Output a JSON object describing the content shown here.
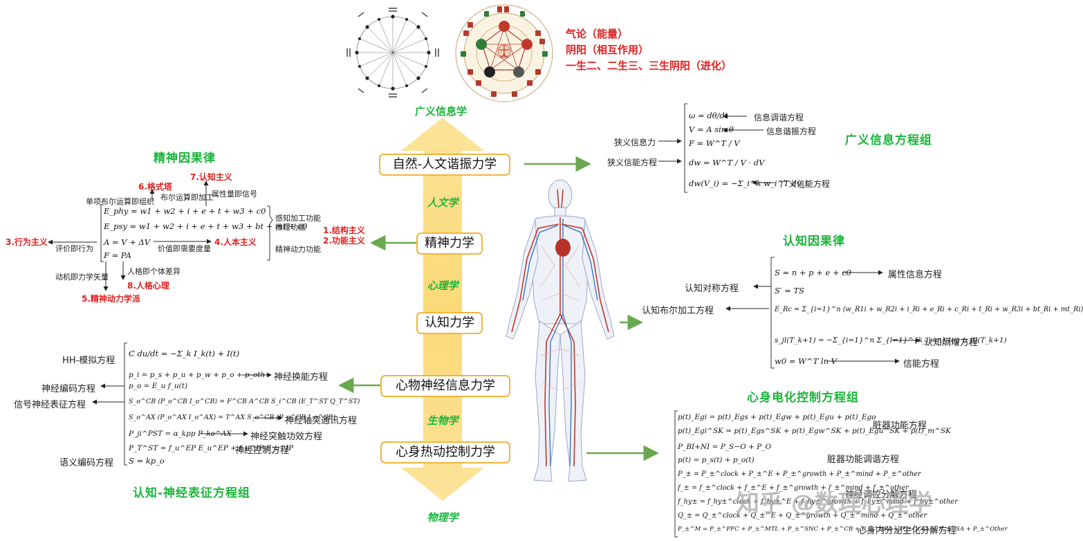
{
  "axis": {
    "top_label": "广义信息学",
    "layers": [
      "人文学",
      "心理学",
      "生物学",
      "物理学"
    ],
    "boxes": [
      "自然-人文谐振力学",
      "精神力学",
      "认知力学",
      "心物神经信息力学",
      "心身热动控制力学"
    ]
  },
  "qi_notes": [
    "气论（能量）",
    "阴阳（相互作用）",
    "一生二、二生三、三生阴阳（进化）"
  ],
  "broad_info": {
    "title": "广义信息方程组",
    "equations": [
      "ω = dθ/dt",
      "V = A sin θ",
      "F = W^T / V",
      "dw = W^T / V · dV",
      "dw(V_i) = −Σ_i^k w_i^T dv_i"
    ],
    "right_labels": [
      "信息调谐方程",
      "信息谐振方程",
      "广义信能方程"
    ],
    "left_labels": [
      "狭义信息力",
      "狭义信能方程"
    ]
  },
  "spirit": {
    "title": "精神因果律",
    "equations": [
      "E_phy = w1 + w2 + i + e + t + w3 + c0",
      "E_psy = w1 + w2 + i + e + t + w3 + bt + mt + c0",
      "A = V + ΔV",
      "F = PA"
    ],
    "red_labels": [
      "7.认知主义",
      "6.格式塔",
      "3.行为主义",
      "4.人本主义",
      "1.结构主义",
      "2.功能主义",
      "8.人格心理",
      "5.精神动力学派"
    ],
    "labels": [
      "单项布尔运算即组织",
      "布尔运算即加工",
      "属性量即信号",
      "感知加工功能",
      "推理功能",
      "评价即行为",
      "价值即需要度量",
      "精神动力功能",
      "人格即个体差异",
      "动机即力学矢量"
    ]
  },
  "cognition": {
    "title": "认知因果律",
    "equations": [
      "S = n + p + e + c0",
      "S′ = TS",
      "E_Rc = Σ_{i=1}^n (w_R1i + w_R2i + i_Ri + e_Ri + c_Ri + t_Ri + w_R3i + bt_Ri + mt_Ri)",
      "s_jl(T_k+1) = −Σ_{i=1}^n Σ_{l=1}^{k_l+m} log p_jil(T_k+1)",
      "w0 = W^T ln V"
    ],
    "labels": [
      "属性信息方程",
      "认知对称方程",
      "认知布尔加工方程",
      "认知熵增方程",
      "信能方程"
    ]
  },
  "neural": {
    "title": "认知-神经表征方程组",
    "equations": [
      "C du/dt = −Σ_k I_k(t) + I(t)",
      "p_i = p_s + p_u + p_w + p_o + p_oth",
      "p_o = E_u f_u(t)",
      "S_o^CB (P_o^CB I_o^CB) = F^CB A^CB S_i^CB (E_T^ST Q_T^ST)",
      "S_o^AX (P_o^AX I_o^AX) = T^AX S_o^CB (P_o^CB I_o^CB)",
      "P_ji^PST = α_kpp P_ko^AX",
      "P_T^ST = f_u^EP E_u^EP + f_u^IP E_u^IP",
      "S = kp_o"
    ],
    "labels": [
      "HH-模拟方程",
      "神经换能方程",
      "神经编码方程",
      "信号神经表征方程",
      "神经轴突通讯方程",
      "神经突触功效方程",
      "神经控制方程",
      "语义编码方程"
    ]
  },
  "psychosomatic": {
    "title": "心身电化控制方程组",
    "equations": [
      "p(t)_Egi = p(t)_Egs + p(t)_Egw + p(t)_Egu + p(t)_Ego",
      "p(t)_Egi^SK = p(t)_Egs^SK + p(t)_Egw^SK + p(t)_Egu^SK + p(t)_m^SK",
      "P_BI+NI = P_S−O + P_O",
      "p(t) = p_s(t) + p_o(t)",
      "P_± = P_±^clock + P_±^E + P_±^growth + P_±^mind + P_±^other",
      "f_± = f_±^clock + f_±^E + f_±^growth + f_±^mind + f_±^other",
      "f_hy± = f_hy±^clock + f_hy±^E + f_hy±^growth + f_hy±^mind + f_hy±^other",
      "Q_± = Q_±^clock + Q_±^E + Q_±^growth + Q_±^mind + Q_±^other",
      "P_±^M = P_±^PFC + P_±^MTL + P_±^SNC + P_±^CB + P_±^HPA + P_±^CEL + P_±^SA + P_±^Other"
    ],
    "labels": [
      "脏器功能方程",
      "脏器功能调谐方程",
      "神经调控分解方程",
      "心身内分泌生化分解方程"
    ]
  },
  "watermark": "知乎 @数理心理学",
  "colors": {
    "axis": "#fbd977",
    "box_border": "#f2b43a",
    "arrow": "#6aa84f",
    "title_green": "#19b53a",
    "red": "#e02020",
    "artery": "#c0392b",
    "vein": "#2e6fbf"
  }
}
